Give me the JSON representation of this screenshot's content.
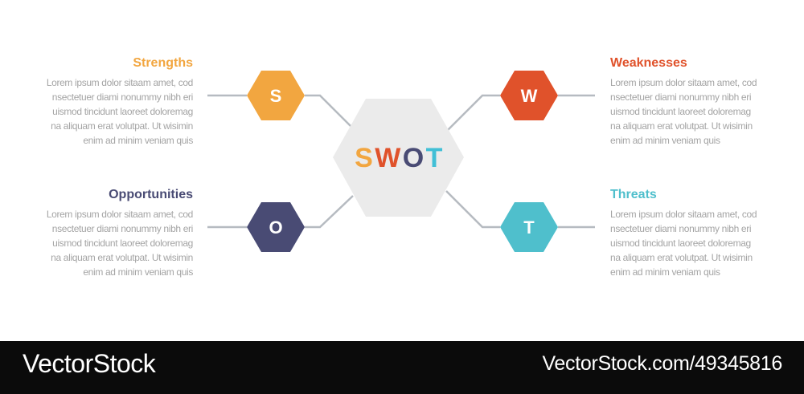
{
  "palette": {
    "strengths": "#F2A640",
    "weaknesses": "#E0522B",
    "opportunities": "#494B74",
    "threats": "#4FBFCC",
    "center_hexagon": "#EBEBEB",
    "connector_line": "#B6BBC1",
    "body_text": "#A4A4A4",
    "watermark_bg": "#0B0B0B",
    "watermark_text": "#FFFFFF"
  },
  "center": {
    "letters": [
      {
        "char": "S",
        "color": "#F2A640"
      },
      {
        "char": "W",
        "color": "#E0522B"
      },
      {
        "char": "O",
        "color": "#494B74"
      },
      {
        "char": "T",
        "color": "#41BFD6"
      }
    ]
  },
  "nodes": [
    {
      "id": "strengths",
      "letter": "S",
      "color": "#F2A640"
    },
    {
      "id": "weaknesses",
      "letter": "W",
      "color": "#E0522B"
    },
    {
      "id": "opportunities",
      "letter": "O",
      "color": "#494B74"
    },
    {
      "id": "threats",
      "letter": "T",
      "color": "#4FBFCC"
    }
  ],
  "sections": [
    {
      "title": "Strengths",
      "lines": [
        "Lorem ipsum dolor sitaam amet, cod",
        "nsectetuer diami nonummy  nibh eri",
        "uismod tincidunt laoreet doloremag",
        "na aliquam erat volutpat. Ut wisimin",
        "enim ad minim veniam quis"
      ]
    },
    {
      "title": "Weaknesses",
      "lines": [
        "Lorem ipsum dolor sitaam amet, cod",
        "nsectetuer diami nonummy  nibh eri",
        "uismod tincidunt laoreet doloremag",
        "na aliquam erat volutpat. Ut wisimin",
        "enim ad minim veniam quis"
      ]
    },
    {
      "title": "Opportunities",
      "lines": [
        "Lorem ipsum dolor sitaam amet, cod",
        "nsectetuer diami nonummy  nibh eri",
        "uismod tincidunt laoreet doloremag",
        "na aliquam erat volutpat. Ut wisimin",
        "enim ad minim veniam quis"
      ]
    },
    {
      "title": "Threats",
      "lines": [
        "Lorem ipsum dolor sitaam amet, cod",
        "nsectetuer diami nonummy  nibh eri",
        "uismod tincidunt laoreet doloremag",
        "na aliquam erat volutpat. Ut wisimin",
        "enim ad minim veniam quis"
      ]
    }
  ],
  "watermark": {
    "brand": "VectorStock",
    "credit": "VectorStock.com/49345816"
  }
}
